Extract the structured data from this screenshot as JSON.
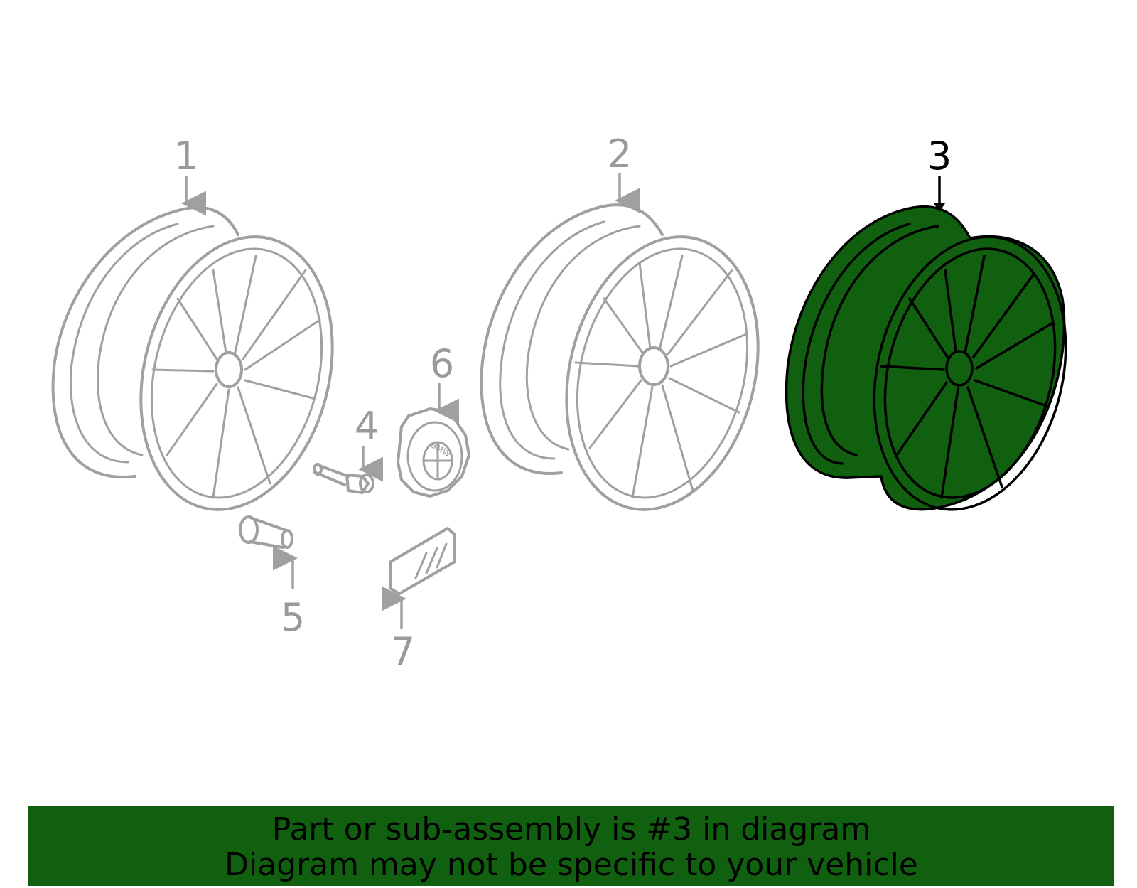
{
  "diagram": {
    "callouts": [
      {
        "id": "1",
        "label": "1",
        "selected": false
      },
      {
        "id": "2",
        "label": "2",
        "selected": false
      },
      {
        "id": "3",
        "label": "3",
        "selected": true
      },
      {
        "id": "4",
        "label": "4",
        "selected": false
      },
      {
        "id": "5",
        "label": "5",
        "selected": false
      },
      {
        "id": "6",
        "label": "6",
        "selected": false
      },
      {
        "id": "7",
        "label": "7",
        "selected": false
      }
    ],
    "logo_text": "BMW"
  },
  "colors": {
    "highlight": "#106010",
    "line_gray": "#a0a0a0",
    "banner_bg": "#106010"
  },
  "banner": {
    "line1": "Part or sub-assembly is #3 in diagram",
    "line2": "Diagram may not be specific to your vehicle"
  }
}
